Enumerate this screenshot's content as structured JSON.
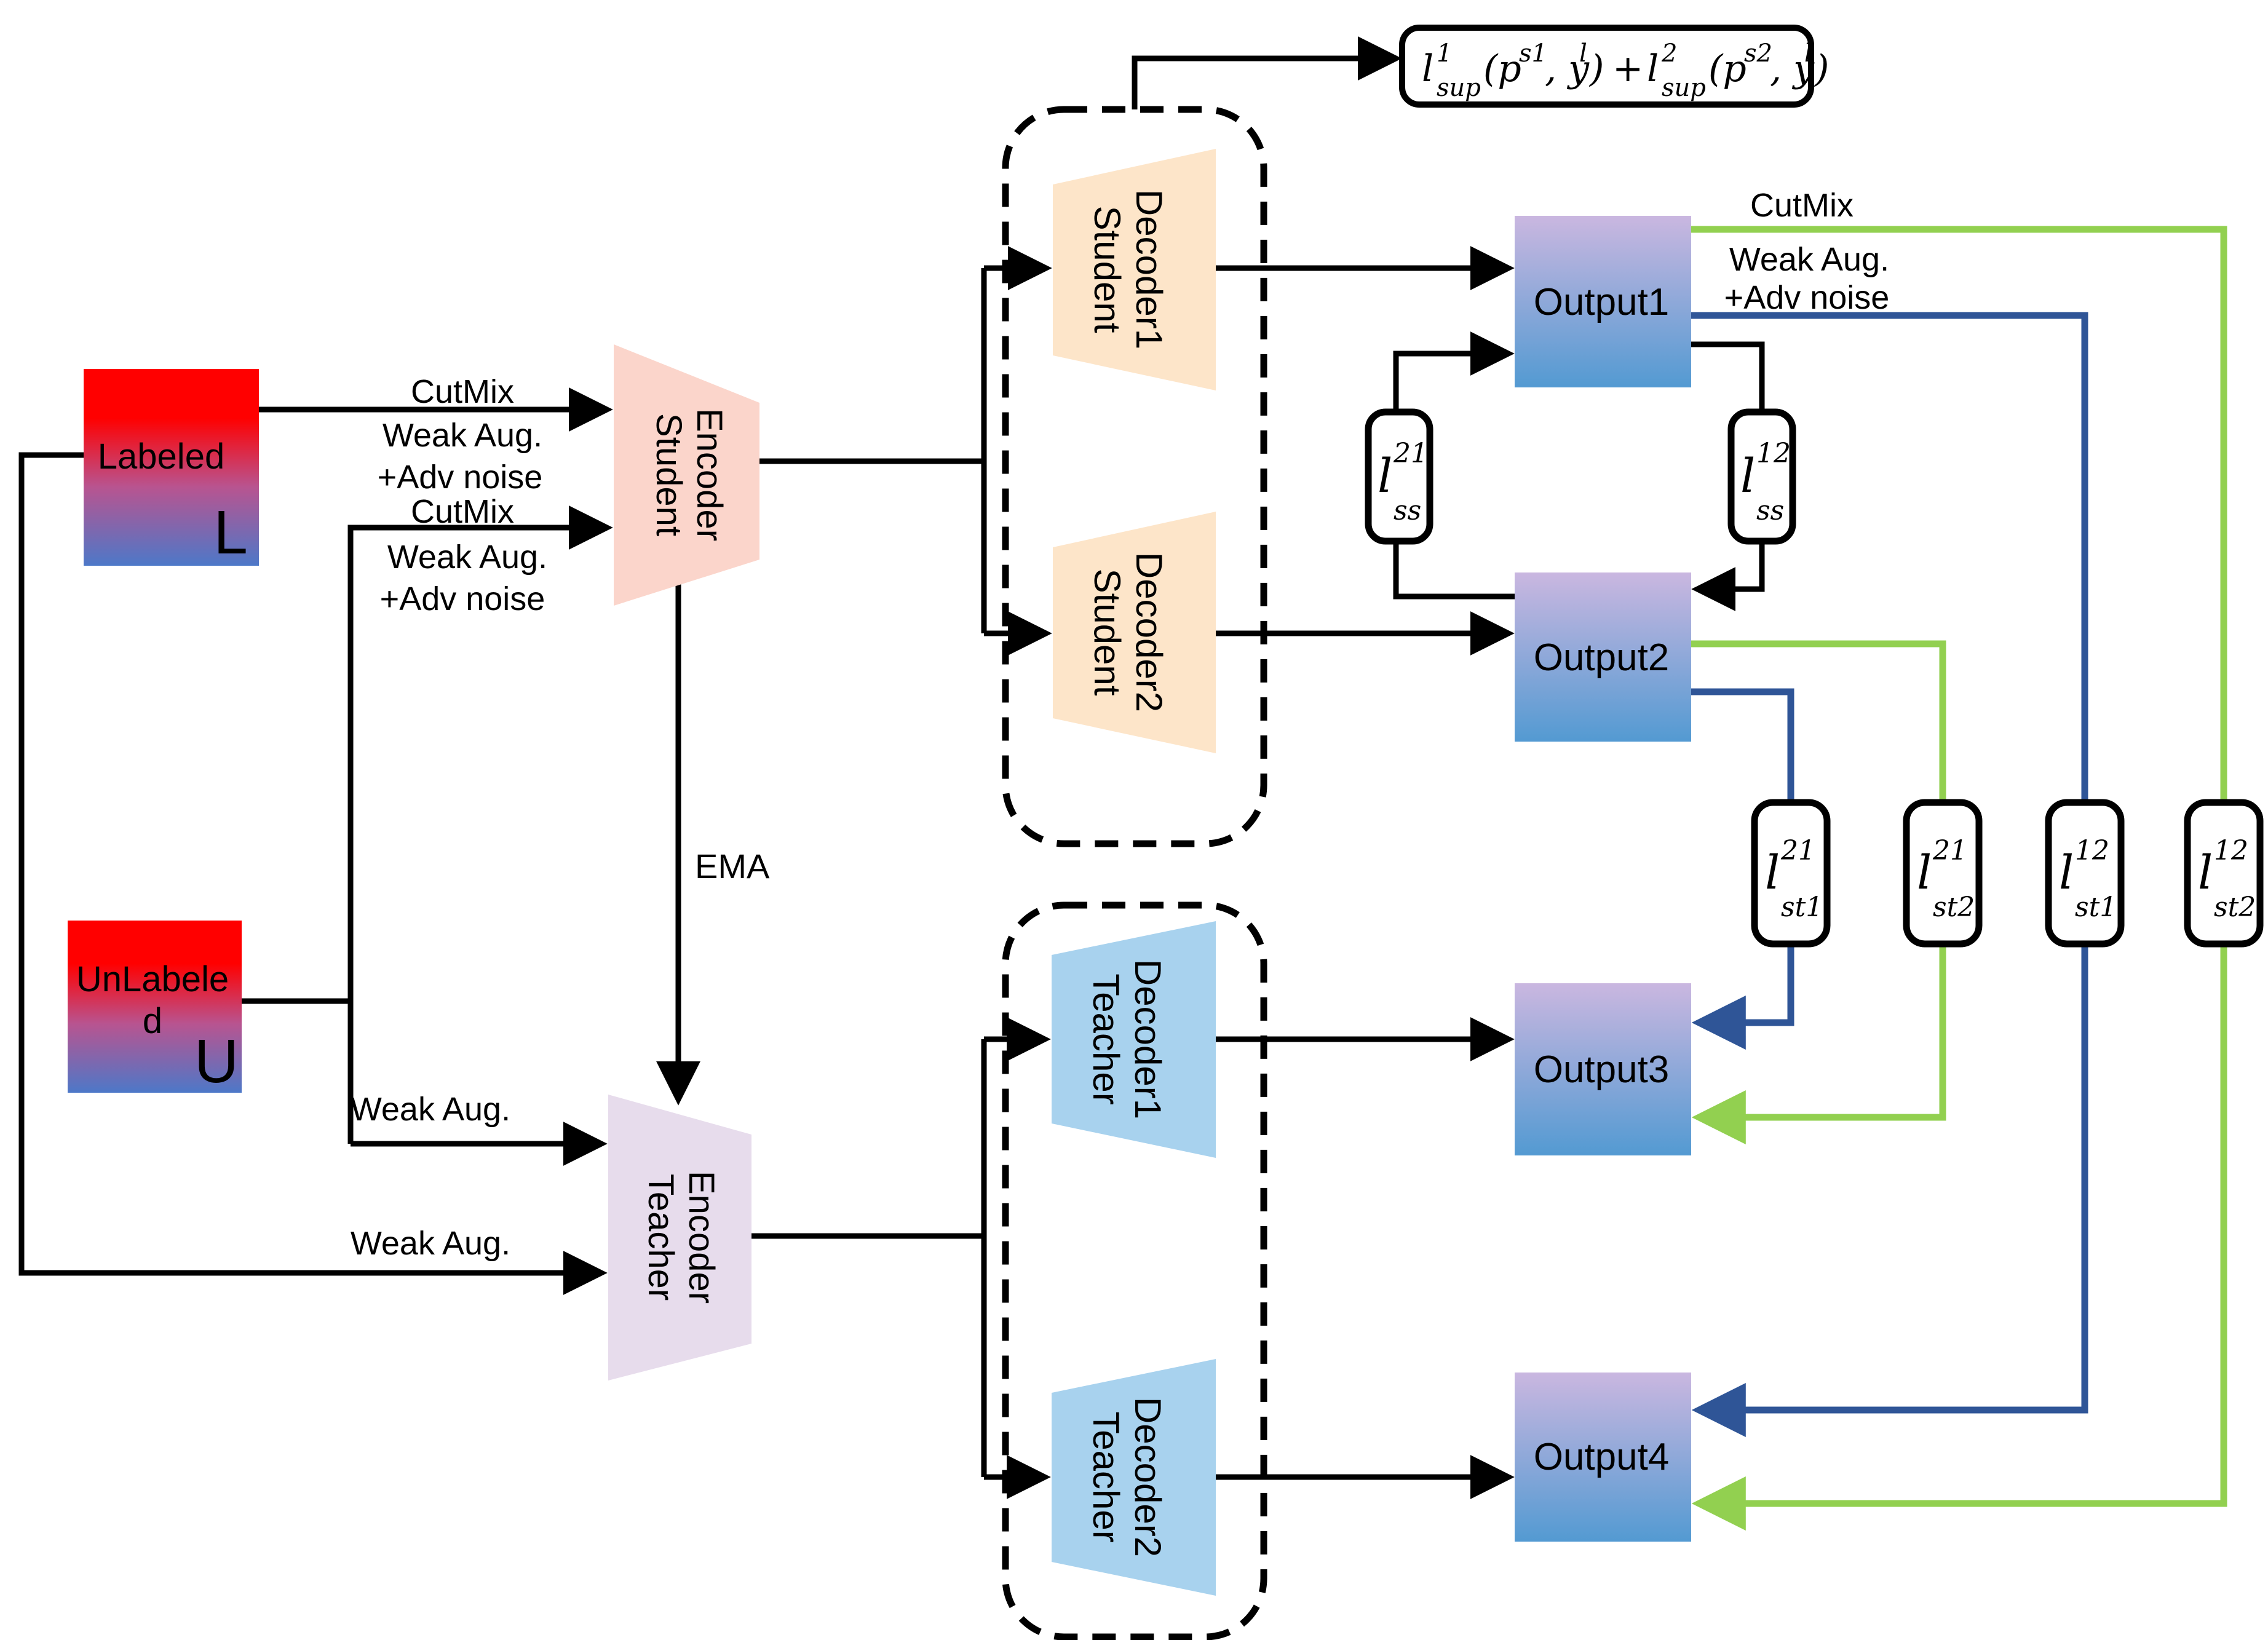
{
  "colors": {
    "black": "#000000",
    "tag_red": "#ff0000",
    "line_green": "#92d050",
    "line_blue": "#2f5597",
    "red_blue_top": "#ff0000",
    "red_blue_mid": "#b85490",
    "red_blue_bottom": "#4d78c8",
    "output_top": "#cab7e0",
    "output_bottom": "#539ad2",
    "student_encoder": "#fbd5cb",
    "student_decoder": "#fde5c9",
    "teacher_encoder": "#e7dcec",
    "teacher_decoder": "#a8d2ee",
    "box_bg": "#ffffff"
  },
  "boxes": {
    "labeled": {
      "label": "Labeled",
      "tag": "L"
    },
    "unlabeled": {
      "label_line1": "UnLabele",
      "label_line2": "d",
      "tag": "U"
    },
    "output1": {
      "label": "Output1"
    },
    "output2": {
      "label": "Output2"
    },
    "output3": {
      "label": "Output3"
    },
    "output4": {
      "label": "Output4"
    }
  },
  "encoders": {
    "student": {
      "line1": "Student",
      "line2": "Encoder"
    },
    "teacher": {
      "line1": "Teacher",
      "line2": "Encoder"
    }
  },
  "decoders": {
    "student1": {
      "line1": "Student",
      "line2": "Decoder1"
    },
    "student2": {
      "line1": "Student",
      "line2": "Decoder2"
    },
    "teacher1": {
      "line1": "Teacher",
      "line2": "Decoder1"
    },
    "teacher2": {
      "line1": "Teacher",
      "line2": "Decoder2"
    }
  },
  "edge_labels": {
    "labeled_to_student": {
      "l1": "CutMix",
      "l2": "Weak Aug.",
      "l3": "+Adv noise"
    },
    "unlabeled_to_student": {
      "l1": "CutMix",
      "l2": "Weak Aug.",
      "l3": "+Adv noise"
    },
    "unlabeled_to_teacher": "Weak Aug.",
    "labeled_to_teacher": "Weak Aug.",
    "ema": "EMA",
    "output1_consistency": {
      "l1": "CutMix",
      "l2": "Weak Aug.",
      "l3": "+Adv noise"
    }
  },
  "supervised_loss": {
    "l1": "l",
    "l1_sup": "1",
    "l1_sub": "sup",
    "arg1_open": "(p",
    "arg1_sup": "s1",
    "arg1_comma": ", y",
    "arg1_ysup": "l",
    "arg1_close": ")",
    "plus": "+",
    "l2": "l",
    "l2_sup": "2",
    "l2_sub": "sup",
    "arg2_open": "(p",
    "arg2_sup": "s2",
    "arg2_comma": ", y",
    "arg2_ysup": "l",
    "arg2_close": ")"
  },
  "losses": {
    "ss21": {
      "base": "l",
      "sup": "21",
      "sub": "ss"
    },
    "ss12": {
      "base": "l",
      "sup": "12",
      "sub": "ss"
    },
    "st1_21": {
      "base": "l",
      "sup": "21",
      "sub": "st1"
    },
    "st2_21": {
      "base": "l",
      "sup": "21",
      "sub": "st2"
    },
    "st1_12": {
      "base": "l",
      "sup": "12",
      "sub": "st1"
    },
    "st2_12": {
      "base": "l",
      "sup": "12",
      "sub": "st2"
    }
  }
}
